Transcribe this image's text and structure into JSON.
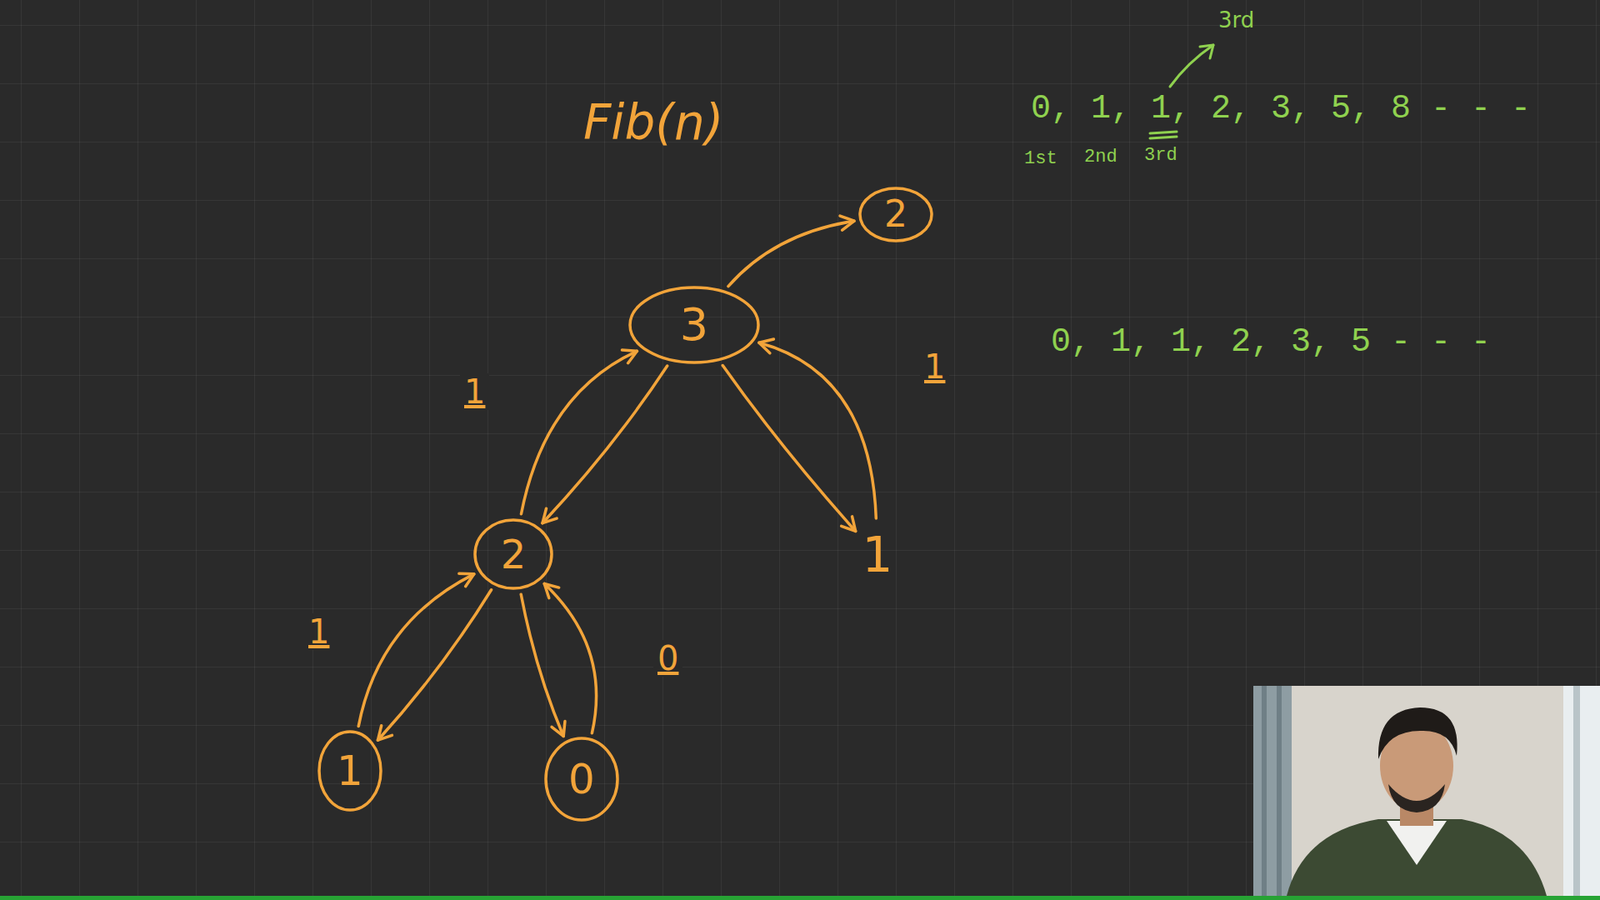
{
  "diagram": {
    "title": "Fib(n)",
    "nodes": [
      {
        "text": [
          "2"
        ]
      },
      {
        "text": [
          "3"
        ]
      },
      {
        "text": [
          "2"
        ]
      },
      {
        "text": [
          "1"
        ]
      },
      {
        "text": [
          "1"
        ]
      },
      {
        "text": [
          "0"
        ]
      }
    ],
    "edges": [
      {
        "from": 1,
        "to": 0,
        "arrow": "to"
      },
      {
        "from": 1,
        "to": 2,
        "arrow": "to"
      },
      {
        "from": 2,
        "to": 1,
        "arrow": "to",
        "label": "1"
      },
      {
        "from": 1,
        "to": 3,
        "arrow": "to"
      },
      {
        "from": 3,
        "to": 1,
        "arrow": "to",
        "label": "1"
      },
      {
        "from": 2,
        "to": 4,
        "arrow": "to"
      },
      {
        "from": 4,
        "to": 2,
        "arrow": "to",
        "label": "1"
      },
      {
        "from": 2,
        "to": 5,
        "arrow": "to"
      },
      {
        "from": 5,
        "to": 2,
        "arrow": "to",
        "label": "0"
      }
    ],
    "labels": [
      "3rd",
      "0, 1, 1, 2, 3, 5, 8 - - -",
      "1st",
      "2nd",
      "3rd",
      "0, 1, 1, 2, 3, 5 - - -"
    ]
  }
}
